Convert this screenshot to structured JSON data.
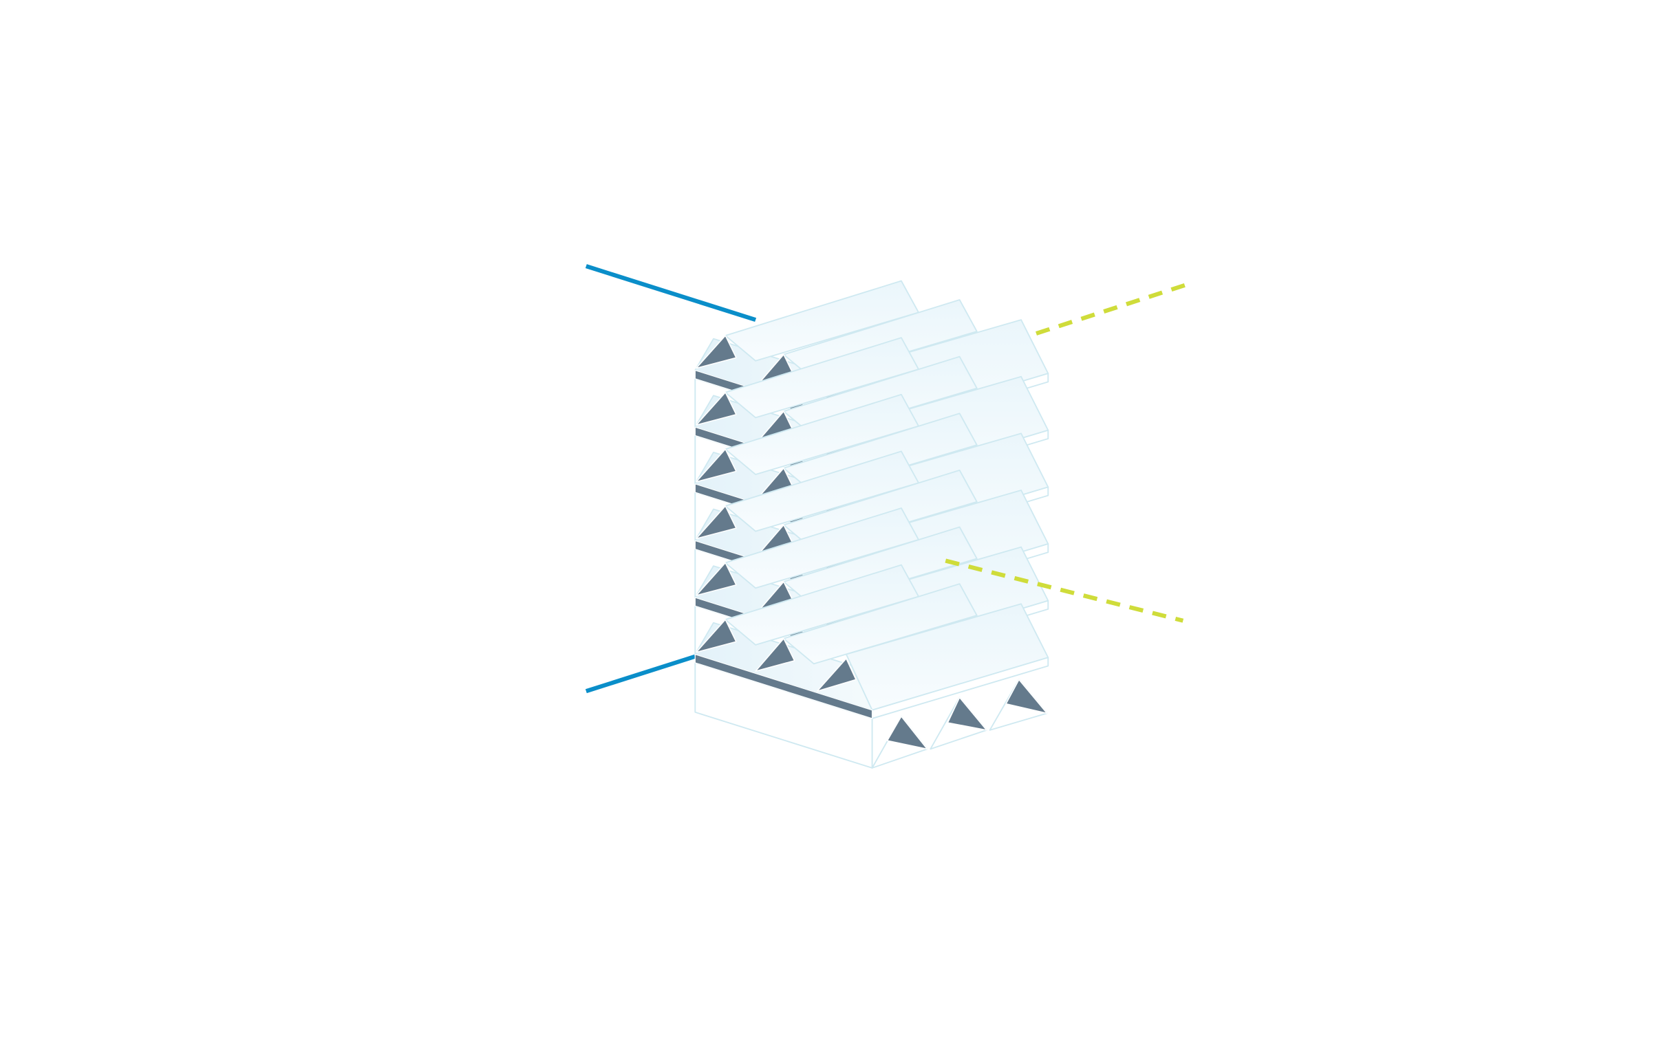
{
  "diagram": {
    "description_text": "",
    "colors": {
      "background": "#ffffff",
      "panel_fill_light": "#f5fbfe",
      "panel_fill_mid": "#e6f4fa",
      "panel_stroke": "#cfe9f1",
      "edge_dark": "#647a8c",
      "fin_dark": "#647a8c",
      "line_blue": "#0a8ec9",
      "line_yellow_dashed": "#cfdc3a"
    },
    "layers": [
      {
        "name": "layer-1",
        "kind": "pleated-sheet"
      },
      {
        "name": "layer-2",
        "kind": "pleated-sheet"
      },
      {
        "name": "layer-3",
        "kind": "pleated-sheet"
      },
      {
        "name": "layer-4",
        "kind": "pleated-sheet"
      },
      {
        "name": "layer-5",
        "kind": "pleated-sheet"
      },
      {
        "name": "layer-6",
        "kind": "pleated-sheet"
      }
    ],
    "lines": [
      {
        "name": "incoming-ray-top",
        "style": "solid",
        "color_key": "line_blue"
      },
      {
        "name": "incoming-ray-bottom",
        "style": "solid",
        "color_key": "line_blue"
      },
      {
        "name": "outgoing-ray-top",
        "style": "dashed",
        "color_key": "line_yellow_dashed"
      },
      {
        "name": "outgoing-ray-bottom",
        "style": "dashed",
        "color_key": "line_yellow_dashed"
      }
    ]
  }
}
